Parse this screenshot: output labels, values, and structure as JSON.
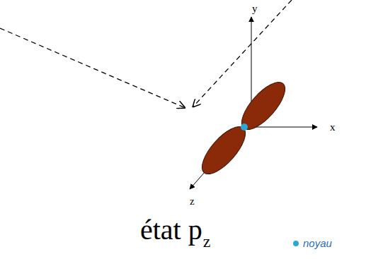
{
  "diagram": {
    "labels": [
      "y",
      "x",
      "z",
      "état p",
      "z"
    ],
    "legend": [
      {
        "text": "noyau",
        "color": "#29a8d6"
      }
    ]
  }
}
